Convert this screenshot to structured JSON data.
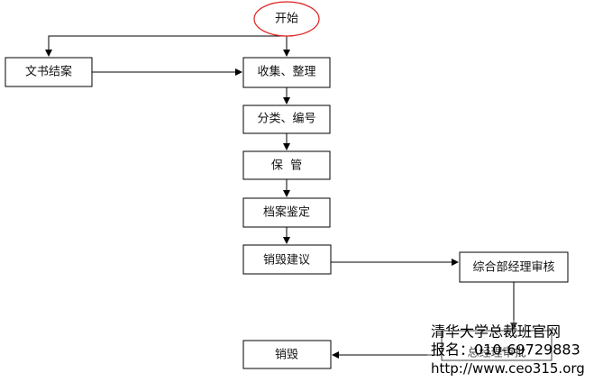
{
  "diagram": {
    "start": "开始",
    "nodes": {
      "archive": "文书结案",
      "collect": "收集、整理",
      "classify": "分类、编号",
      "keep": "保  管",
      "appraise": "档案鉴定",
      "propose": "销毁建议",
      "approve": "综合部经理审核",
      "manager": "总经理审批",
      "destroy": "销毁"
    }
  },
  "watermark": {
    "line1": "清华大学总裁班官网",
    "line2": "报名：010-69729883",
    "line3": "http://www.ceo315.org"
  },
  "colors": {
    "start_outline": "#e02020",
    "line": "#000000",
    "box_border": "#000000",
    "watermark_text": "#000000"
  }
}
